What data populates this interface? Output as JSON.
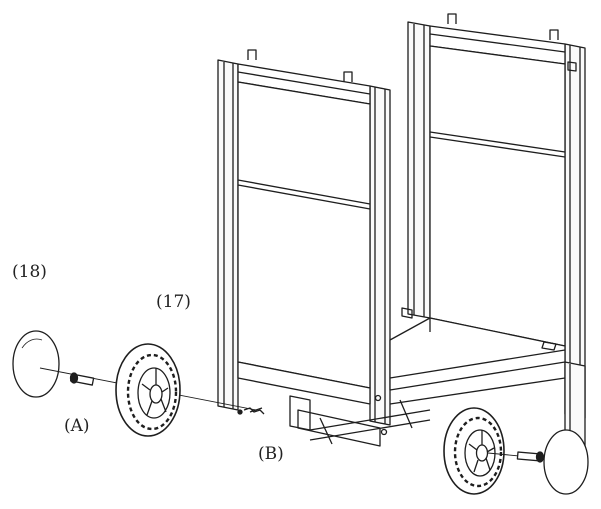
{
  "callouts": {
    "part_18": "(18)",
    "part_17": "(17)",
    "part_a": "(A)",
    "part_b": "(B)"
  },
  "colors": {
    "line": "#1e1e1e",
    "panel": "#fafafa",
    "background": "#ffffff"
  },
  "icons": [
    "hubcap-icon",
    "wheel-icon",
    "axle-bolt-icon",
    "cotter-pin-icon"
  ]
}
